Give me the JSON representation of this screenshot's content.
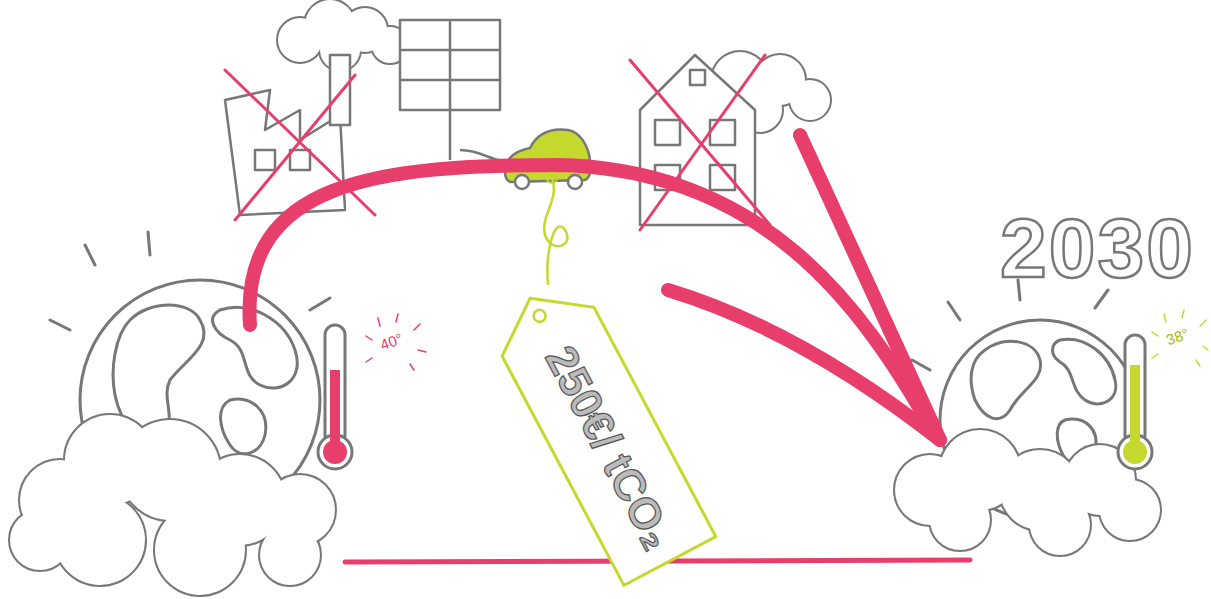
{
  "diagram": {
    "nodes": [
      {
        "text": [
          "250€/ tCO₂"
        ]
      }
    ],
    "labels": [
      "2030",
      "40°",
      "38°"
    ]
  }
}
